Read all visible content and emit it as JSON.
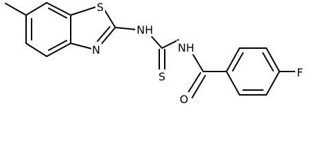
{
  "molecule": {
    "atoms": [
      {
        "id": "s1",
        "label": "S"
      },
      {
        "id": "n1",
        "label": "N"
      },
      {
        "id": "nh1",
        "label": "NH"
      },
      {
        "id": "nh2",
        "label": "NH"
      },
      {
        "id": "s2",
        "label": "S"
      },
      {
        "id": "o1",
        "label": "O"
      },
      {
        "id": "f1",
        "label": "F"
      }
    ]
  }
}
